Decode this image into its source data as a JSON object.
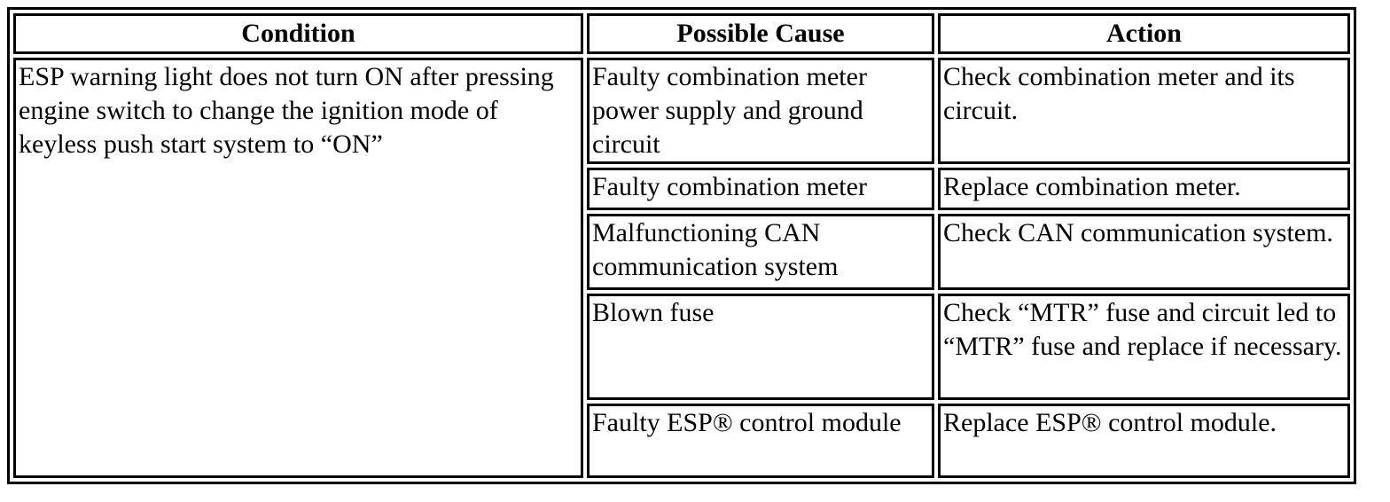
{
  "table": {
    "columns": {
      "condition": "Condition",
      "cause": "Possible Cause",
      "action": "Action"
    },
    "condition": "ESP warning light does not turn ON after pressing engine switch to change the ignition mode of keyless push start system to “ON”",
    "rows": [
      {
        "cause": "Faulty combination meter power supply and ground circuit",
        "action": "Check combination meter and its circuit."
      },
      {
        "cause": "Faulty combination meter",
        "action": "Replace combination meter."
      },
      {
        "cause": "Malfunctioning CAN communication system",
        "action": "Check CAN communication system."
      },
      {
        "cause": "Blown fuse",
        "action": "Check “MTR” fuse and circuit led to “MTR” fuse and replace if necessary."
      },
      {
        "cause": "Faulty ESP® control module",
        "action": "Replace ESP® control module."
      }
    ],
    "colors": {
      "border": "#000000",
      "text": "#000000",
      "background": "#ffffff"
    }
  }
}
